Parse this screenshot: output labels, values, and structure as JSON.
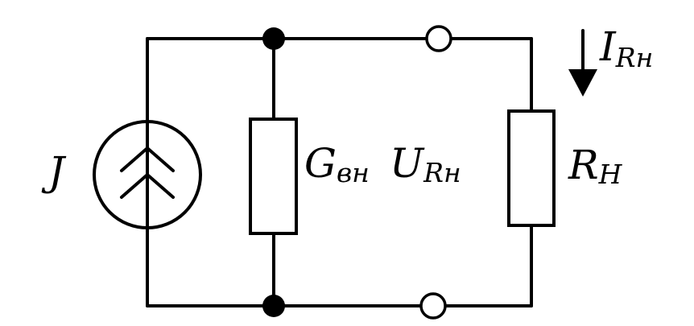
{
  "labels": {
    "source": {
      "main": "J"
    },
    "conductance": {
      "main": "G",
      "sub": "вн"
    },
    "voltage": {
      "main": "U",
      "sub": "Rн"
    },
    "current": {
      "main": "I",
      "sub": "Rн"
    },
    "load": {
      "main": "R",
      "sub": "H"
    }
  }
}
